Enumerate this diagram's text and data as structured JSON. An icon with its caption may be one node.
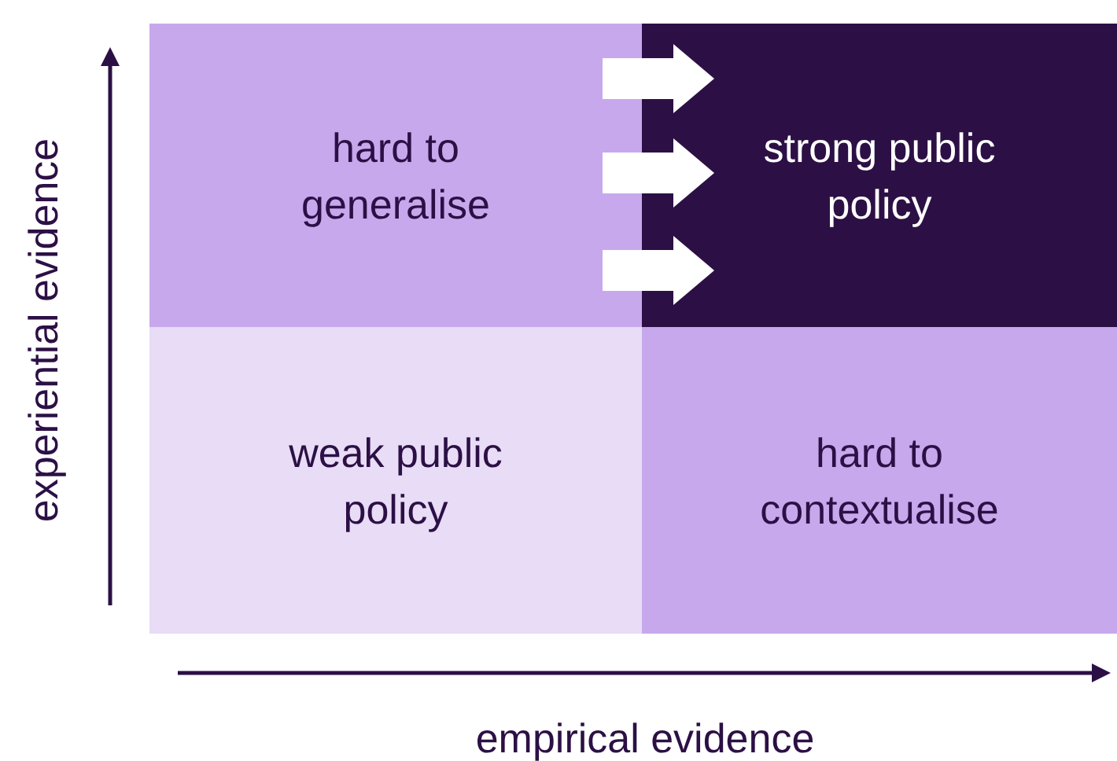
{
  "diagram": {
    "nodes": [
      {
        "text": [
          "hard to generalise"
        ]
      },
      {
        "text": [
          "strong public policy"
        ]
      },
      {
        "text": [
          "weak public policy"
        ]
      },
      {
        "text": [
          "hard to contextualise"
        ]
      }
    ],
    "edges": [
      {
        "from": 0,
        "to": 1,
        "arrow": "to"
      },
      {
        "from": 0,
        "to": 1,
        "arrow": "to"
      },
      {
        "from": 0,
        "to": 1,
        "arrow": "to"
      }
    ],
    "labels": [
      "experiential evidence",
      "empirical evidence"
    ]
  }
}
